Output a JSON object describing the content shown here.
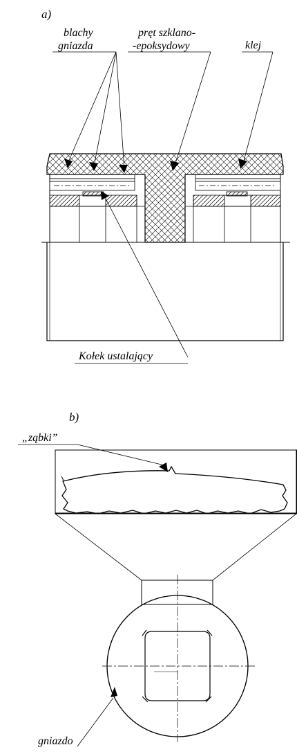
{
  "panel_a": {
    "label": "a)",
    "callouts": {
      "blachy_line1": "blachy",
      "blachy_line2": "gniazda",
      "pret_line1": "pręt szklano-",
      "pret_line2": "-epoksydowy",
      "klej": "klej",
      "kolek": "Kołek ustalający"
    }
  },
  "panel_b": {
    "label": "b)",
    "callouts": {
      "zabki": "„ząbki”",
      "gniazdo": "gniazdo"
    }
  }
}
